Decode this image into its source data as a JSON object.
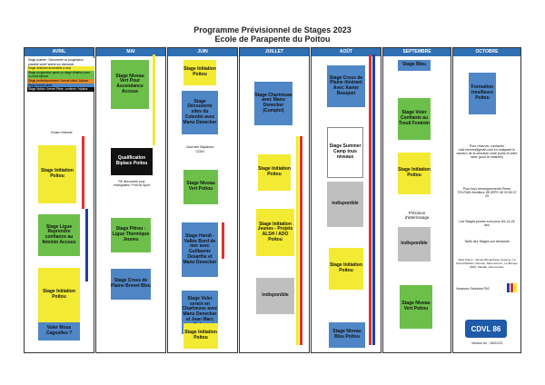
{
  "title": "Programme Prévisionnel de Stages 2023",
  "subtitle": "Ecole de Parapente du Poitou",
  "months": [
    "AVRIL",
    "MAI",
    "JUIN",
    "JUILLET",
    "AOÛT",
    "SEPTEMBRE",
    "OCTOBRE"
  ],
  "legend": [
    "Stage journée : Découverte ou progression possible toute l'année sur demande",
    "Stage débutant accessible à tous",
    "Stage progression après un stage initiation avec ou sans biplace",
    "Stage perfectionnement / brevet initial / biplace",
    "Stage brevet pilote",
    "Stage Notion / brevet Pilote, confirmé / biplace"
  ],
  "blocks": {
    "avr_exam": "Exam théorie",
    "avr_init1": "Stage Initiation Poitou",
    "avr_ligue": "Stage Ligue Reprendre confiance au féminin Accous",
    "avr_init2": "Stage Initiation Poitou",
    "avr_mou": "Voler Mous Cagoulles ?",
    "mai_vert": "Stage Niveau Vert Pour Ascendance Accous",
    "mai_qual": "Qualification Biplace Poitou",
    "mai_note": "RE découverte pour enseignants / Prof de Sport",
    "mai_pitrou": "Stage Pitrou - Ligue Thermique Jeunes",
    "mai_cross": "Stage Cross de Plaine Brevet Bleu",
    "jun_init1": "Stage Initiation Poitou",
    "jun_decouv": "Stage Découverte sites du Cotentin avec Manu Denecker",
    "jun_biplace": "Journée Biplaces CDM",
    "jun_vert": "Stage Niveau Vert Poitou",
    "jun_handi": "Stage Handi - Vallée Bord de mer avec Guillaume Desarthe et Manu Denecker",
    "jun_voler": "Stage Voler serein en Chartreuse avec Manu Denecker et Jean Marc Galan",
    "jun_init2": "Stage Initiation Poitou",
    "jul_chart": "Stage Chartreuse avec Manu Denecker (Complet)",
    "jul_init1": "Stage Initiation Poitou",
    "jul_jeunes": "Stage Initiation Jeunes - Projets ALSH / ADO Poitou",
    "jul_indispo": "indisponible",
    "aou_cross": "Stage Cross de Plaine itinérant Avec Xavier Bouquet",
    "aou_summer": "Stage Summer Camp tous niveaux",
    "aou_indispo": "indisponible",
    "aou_init": "Stage Initiation Poitou",
    "aou_bleu": "Stage Niveau Bleu Poitou",
    "sep_bleu": "Stage Bleu",
    "sep_voler": "Stage Voler Confiante au Treuil Feminin",
    "sep_init": "Stage Initiation Poitou",
    "sep_precision": "Précision d'atterrissage",
    "sep_indispo": "indisponible",
    "sep_vert": "Stage Niveau Vert Poitou",
    "oct_form": "Formation treuilleurs Poitou",
    "oct_contact": "Pour réserver, contacter cdvl.vienne@gmail.com en indiquant le numéro de la semaine votre poids et votre taille (pour le matériel)",
    "oct_rens": "Pour tous renseignements Pierre TOUTAIN Moniteur DEJEPS 06 33 56 07 29",
    "oct_jeunes": "Les Stages jeunes sont pour les 14-26 ans",
    "oct_tarifs": "Tarifs des Stages sur demande",
    "oct_sites": "Sites Poitou : Jarnay-Mongerbeau, Antonne, La Grand Mazière (Vienne), Sites Accous : Le Becquo (800), Marake, sites terrains",
    "oct_vacances": "Vacances Scolaires PAC",
    "oct_logo": "CDVL 86",
    "oct_version": "Version du : 16/01/23"
  }
}
